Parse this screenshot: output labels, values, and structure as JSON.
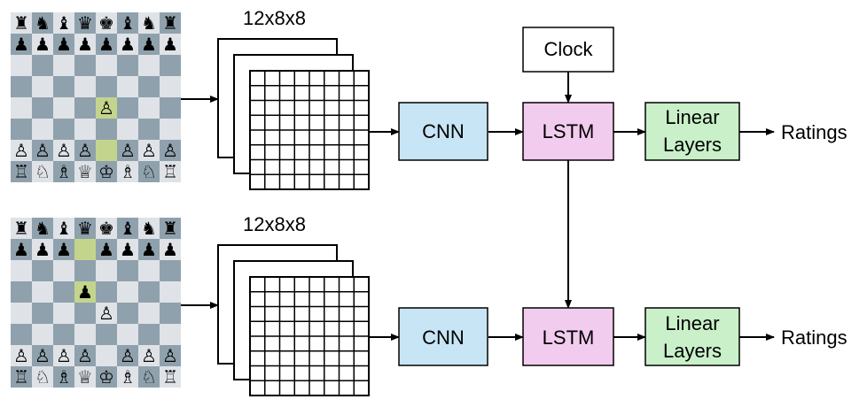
{
  "colors": {
    "board_light": "#dfe3e7",
    "board_dark": "#8fa1ad",
    "highlight": "#c3d58c",
    "cnn_fill": "#c7e5f5",
    "lstm_fill": "#f2ccee",
    "linear_fill": "#c9f0c9",
    "stroke": "#000000"
  },
  "top_row": {
    "tensor_label": "12x8x8",
    "cnn_label": "CNN",
    "lstm_label": "LSTM",
    "linear_label_line1": "Linear",
    "linear_label_line2": "Layers",
    "output_label": "Ratings",
    "clock_label": "Clock"
  },
  "bottom_row": {
    "tensor_label": "12x8x8",
    "cnn_label": "CNN",
    "lstm_label": "LSTM",
    "linear_label_line1": "Linear",
    "linear_label_line2": "Layers",
    "output_label": "Ratings"
  },
  "boards": [
    {
      "rows": [
        [
          "♜",
          "♞",
          "♝",
          "♛",
          "♚",
          "♝",
          "♞",
          "♜"
        ],
        [
          "♟",
          "♟",
          "♟",
          "♟",
          "♟",
          "♟",
          "♟",
          "♟"
        ],
        [
          "",
          "",
          "",
          "",
          "",
          "",
          "",
          ""
        ],
        [
          "",
          "",
          "",
          "",
          "",
          "",
          "",
          ""
        ],
        [
          "",
          "",
          "",
          "",
          "♙",
          "",
          "",
          ""
        ],
        [
          "",
          "",
          "",
          "",
          "",
          "",
          "",
          ""
        ],
        [
          "♙",
          "♙",
          "♙",
          "♙",
          "",
          "♙",
          "♙",
          "♙"
        ],
        [
          "♖",
          "♘",
          "♗",
          "♕",
          "♔",
          "♗",
          "♘",
          "♖"
        ]
      ],
      "highlights": [
        [
          4,
          4
        ],
        [
          6,
          4
        ]
      ]
    },
    {
      "rows": [
        [
          "♜",
          "♞",
          "♝",
          "♛",
          "♚",
          "♝",
          "♞",
          "♜"
        ],
        [
          "♟",
          "♟",
          "♟",
          "",
          "♟",
          "♟",
          "♟",
          "♟"
        ],
        [
          "",
          "",
          "",
          "",
          "",
          "",
          "",
          ""
        ],
        [
          "",
          "",
          "",
          "♟",
          "",
          "",
          "",
          ""
        ],
        [
          "",
          "",
          "",
          "",
          "♙",
          "",
          "",
          ""
        ],
        [
          "",
          "",
          "",
          "",
          "",
          "",
          "",
          ""
        ],
        [
          "♙",
          "♙",
          "♙",
          "♙",
          "",
          "♙",
          "♙",
          "♙"
        ],
        [
          "♖",
          "♘",
          "♗",
          "♕",
          "♔",
          "♗",
          "♘",
          "♖"
        ]
      ],
      "highlights": [
        [
          1,
          3
        ],
        [
          3,
          3
        ]
      ]
    }
  ]
}
